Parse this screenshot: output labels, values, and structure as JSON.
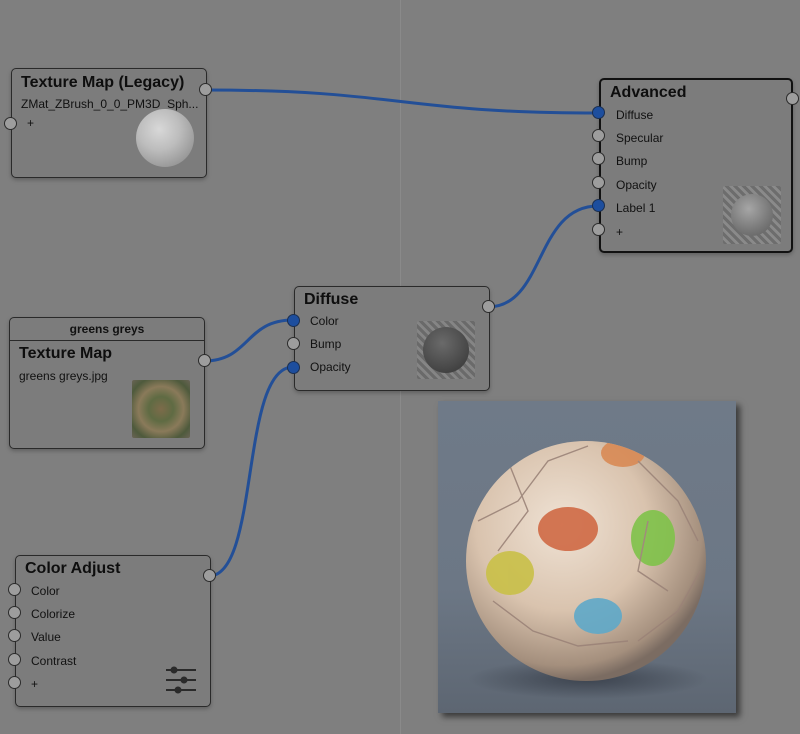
{
  "nodes": {
    "texture_map_legacy": {
      "title": "Texture Map (Legacy)",
      "file": "ZMat_ZBrush_0_0_PM3D_Sph...",
      "add_label": "+"
    },
    "advanced": {
      "title": "Advanced",
      "inputs": [
        "Diffuse",
        "Specular",
        "Bump",
        "Opacity",
        "Label 1",
        "+"
      ]
    },
    "texture_map": {
      "header": "greens greys",
      "title": "Texture Map",
      "file": "greens greys.jpg"
    },
    "diffuse": {
      "title": "Diffuse",
      "inputs": [
        "Color",
        "Bump",
        "Opacity"
      ]
    },
    "color_adjust": {
      "title": "Color Adjust",
      "inputs": [
        "Color",
        "Colorize",
        "Value",
        "Contrast",
        "+"
      ]
    }
  },
  "colors": {
    "background": "#7f7f7f",
    "wire": "#234f97",
    "connected_port": "#1d4e9e"
  },
  "icons": {
    "adjust": "sliders-icon"
  }
}
